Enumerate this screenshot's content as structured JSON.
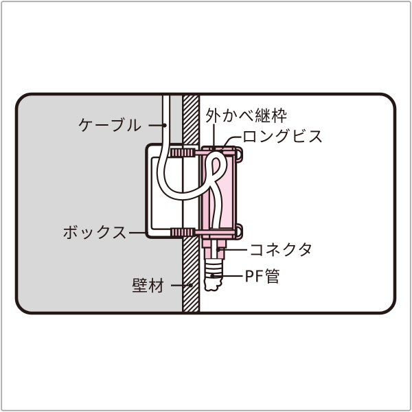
{
  "labels": {
    "cable": "ケーブル",
    "joint_frame": "外かべ継枠",
    "long_screw": "ロングビス",
    "box": "ボックス",
    "connector": "コネクタ",
    "pf_pipe": "PF管",
    "wall": "壁材"
  },
  "colors": {
    "line_black": "#231815",
    "part_pink": "#f4c3d6",
    "part_pink_light": "#fbdce8",
    "interior_gray": "#d8d8d8",
    "image_border_gray": "#a9a9a9",
    "background": "#ffffff"
  }
}
